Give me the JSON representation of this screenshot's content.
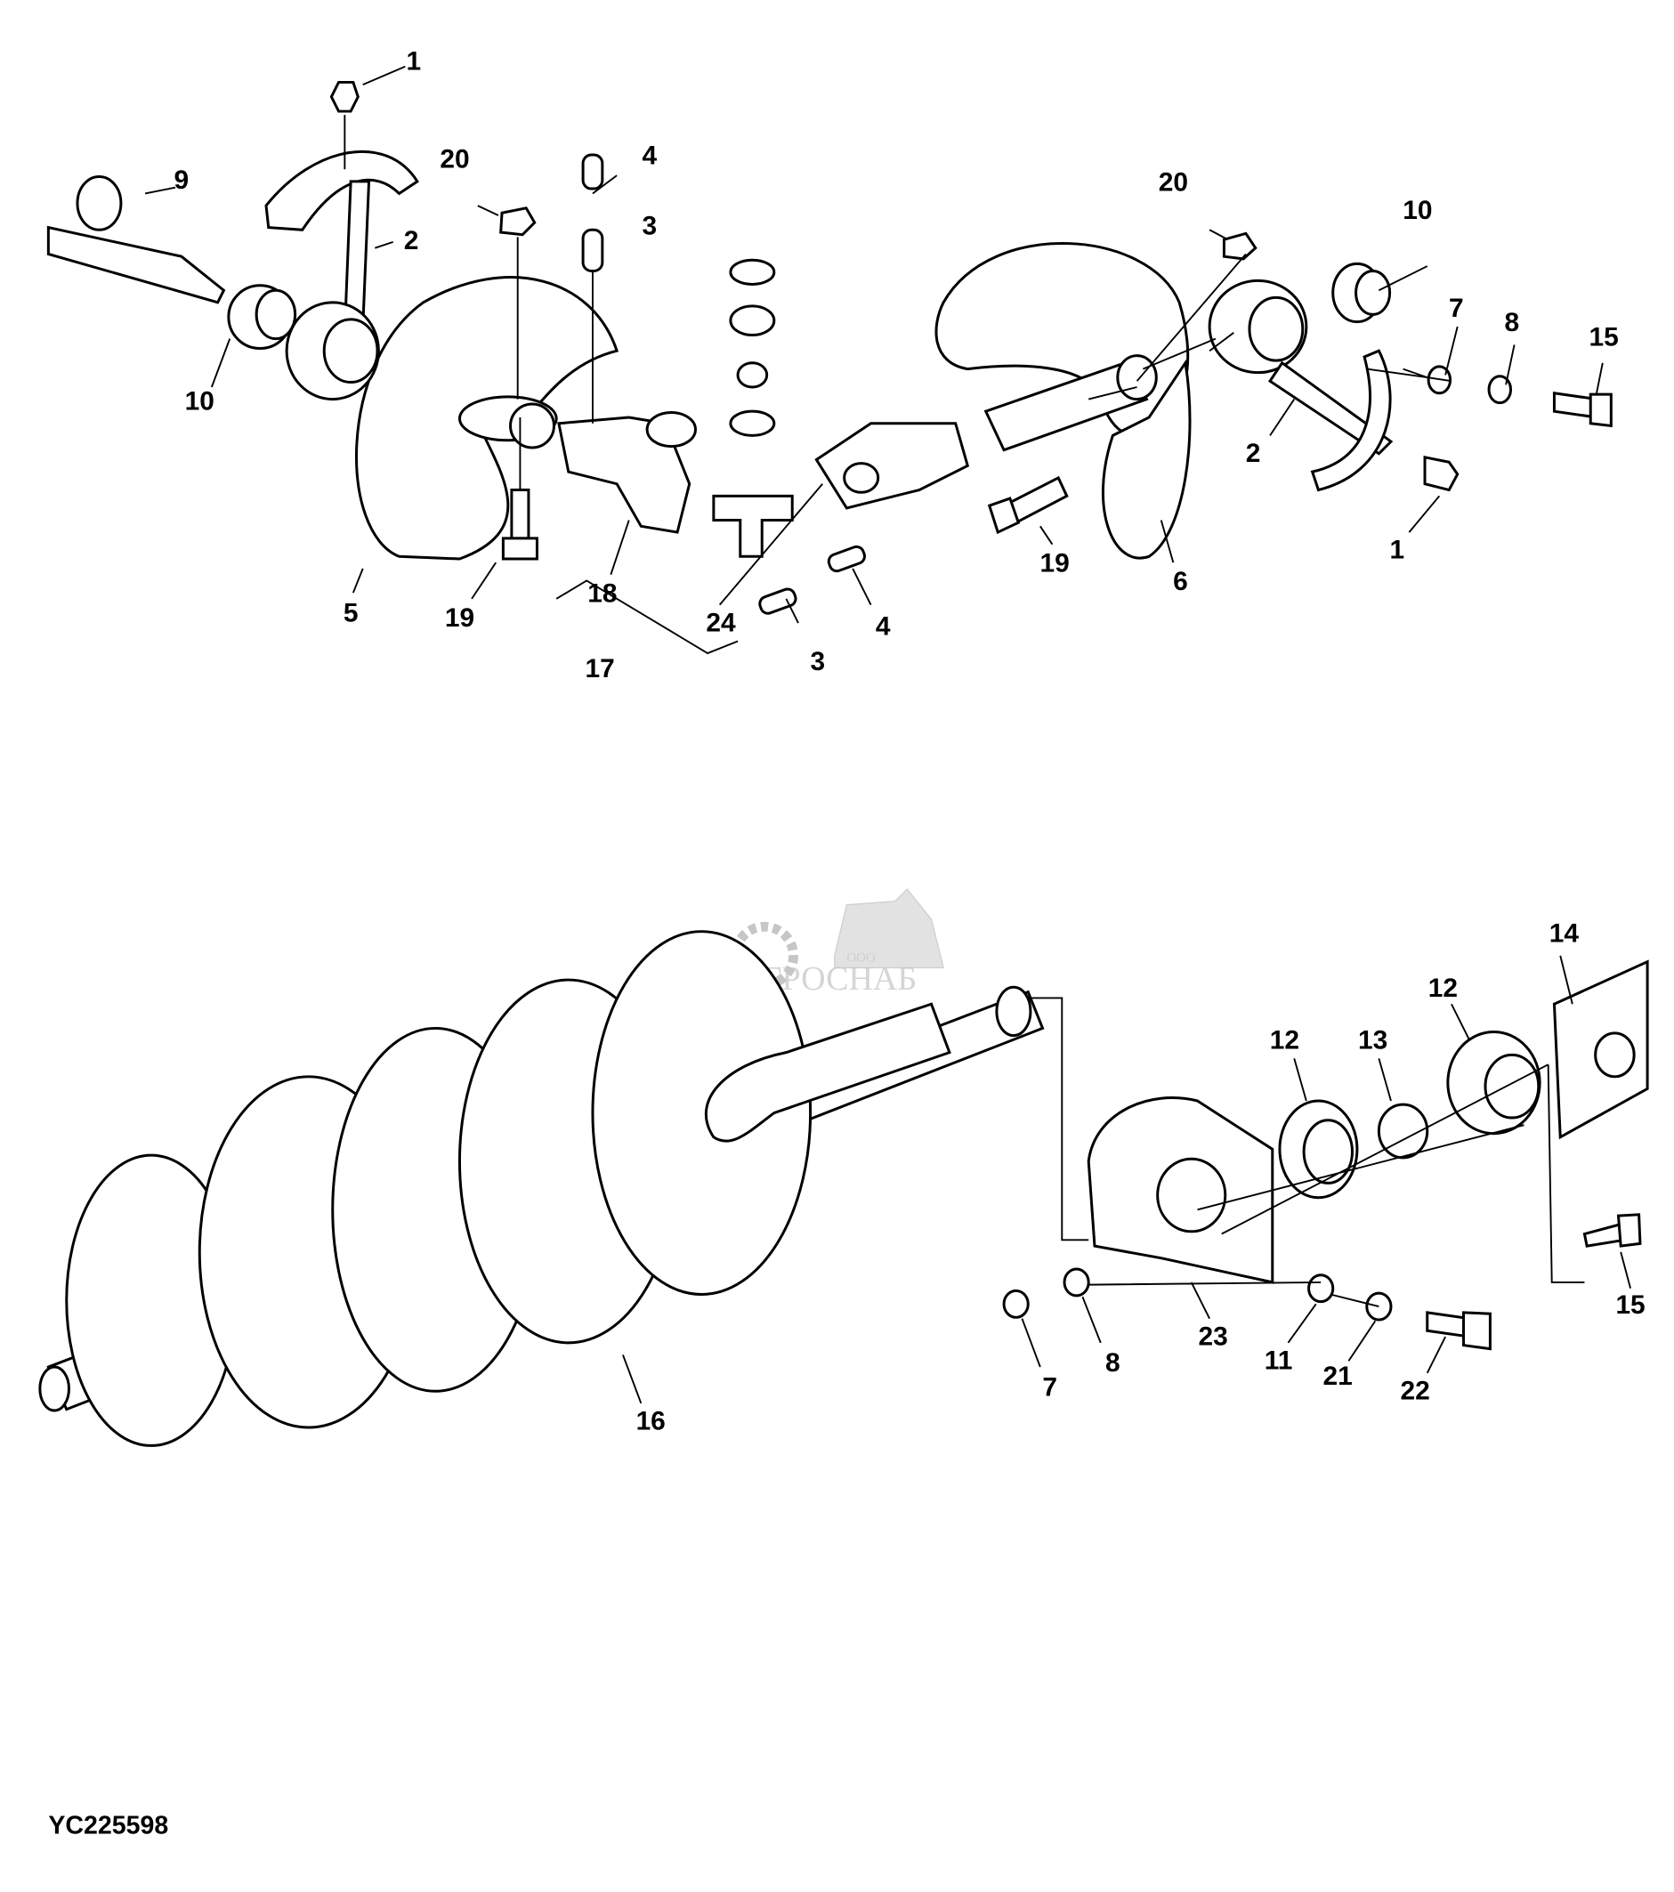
{
  "diagram": {
    "reference_code": "YC225598",
    "watermark": {
      "company_prefix": "ООО",
      "company_name": "АГРОСНАБ"
    },
    "upper_assembly_callouts": [
      "1",
      "9",
      "20",
      "4",
      "3",
      "2",
      "10",
      "5",
      "19",
      "18",
      "17",
      "24",
      "3",
      "4",
      "20",
      "10",
      "7",
      "8",
      "15",
      "2",
      "19",
      "6",
      "1"
    ],
    "lower_assembly_callouts": [
      "14",
      "12",
      "12",
      "13",
      "15",
      "7",
      "8",
      "23",
      "11",
      "21",
      "22",
      "16"
    ]
  }
}
